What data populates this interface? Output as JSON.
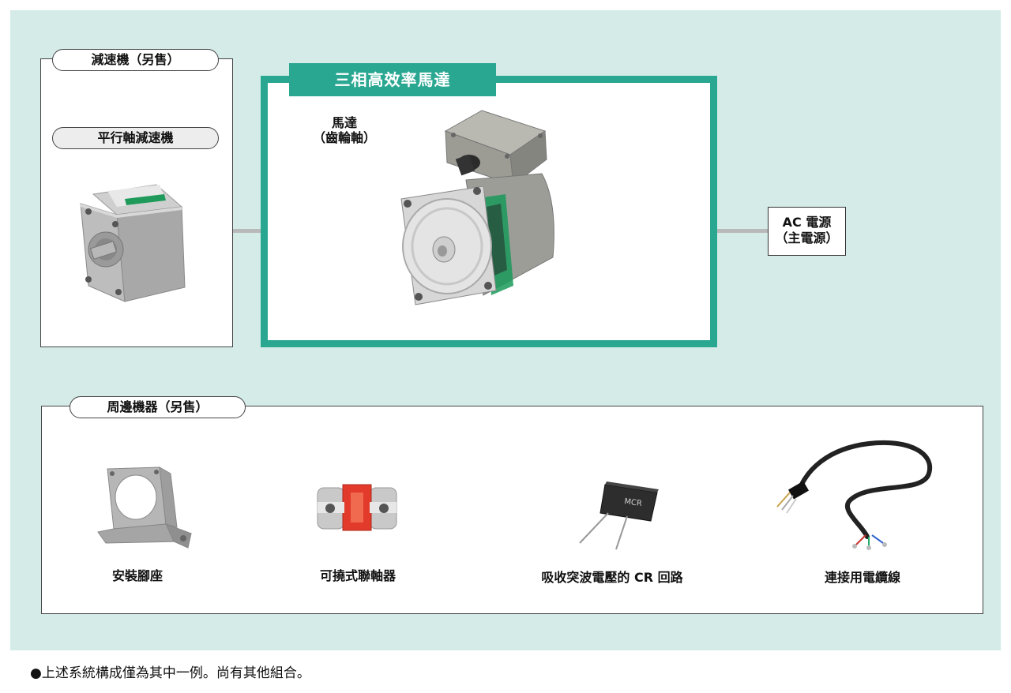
{
  "reducer_group": {
    "title": "減速機（另售）",
    "subtitle": "平行軸減速機"
  },
  "motor_group": {
    "title": "三相高效率馬達",
    "motor_label_line1": "馬達",
    "motor_label_line2": "（齒輪軸）"
  },
  "power": {
    "line1": "AC 電源",
    "line2": "（主電源）"
  },
  "peripherals": {
    "title": "周邊機器（另售）",
    "items": [
      {
        "label": "安裝腳座"
      },
      {
        "label": "可撓式聯軸器"
      },
      {
        "label": "吸收突波電壓的 CR 回路"
      },
      {
        "label": "連接用電纜線"
      }
    ]
  },
  "footnote": "●上述系統構成僅為其中一例。尚有其他組合。",
  "colors": {
    "accent_green": "#2aa791",
    "panel_background": "#d4ebe8",
    "connector_grey": "#b9b9b9"
  }
}
